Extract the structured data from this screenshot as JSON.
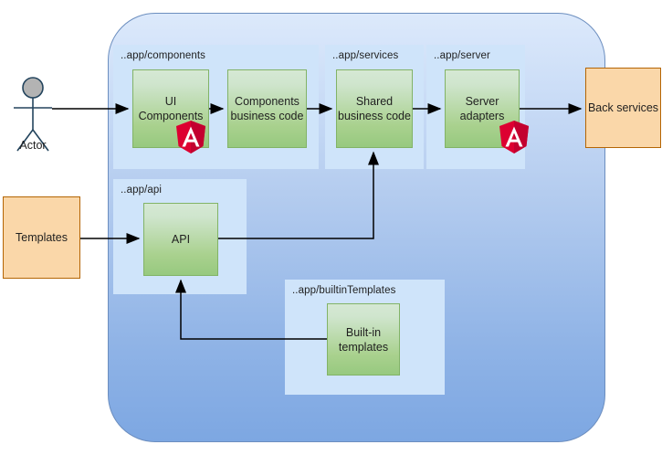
{
  "diagram": {
    "title": "Angular application architecture diagram",
    "colors": {
      "container_fill_top": "#dce9fb",
      "container_fill_bottom": "#7da7e2",
      "container_stroke": "#6c8ebf",
      "panel_fill": "#cfe4fa",
      "green_fill_top": "#d5e8d4",
      "green_fill_bottom": "#97c97f",
      "green_stroke": "#82b366",
      "orange_fill": "#fad7a9",
      "orange_stroke": "#b46504",
      "actor_stroke": "#23445d",
      "actor_head_fill": "#b3b3b3",
      "arrow_stroke": "#000000",
      "angular_red": "#dd0031",
      "angular_red_dark": "#c3002f"
    }
  },
  "actor": {
    "label": "Actor"
  },
  "external": {
    "templates": "Templates",
    "back_services": "Back services"
  },
  "panels": [
    {
      "id": "components",
      "label": "..app/components"
    },
    {
      "id": "services",
      "label": "..app/services"
    },
    {
      "id": "server",
      "label": "..app/server"
    },
    {
      "id": "api",
      "label": "..app/api"
    },
    {
      "id": "builtinTemplates",
      "label": "..app/builtinTemplates"
    }
  ],
  "nodes": [
    {
      "id": "ui-components",
      "label": "UI Components",
      "line1": "UI",
      "line2": "Components",
      "panel": "components",
      "angular": true
    },
    {
      "id": "components-business-code",
      "label": "Components business code",
      "line1": "Components",
      "line2": "business code",
      "panel": "components",
      "angular": false
    },
    {
      "id": "shared-business-code",
      "label": "Shared business code",
      "line1": "Shared",
      "line2": "business code",
      "panel": "services",
      "angular": false
    },
    {
      "id": "server-adapters",
      "label": "Server adapters",
      "line1": "Server",
      "line2": "adapters",
      "panel": "server",
      "angular": true
    },
    {
      "id": "api",
      "label": "API",
      "line1": "API",
      "line2": "",
      "panel": "api",
      "angular": false
    },
    {
      "id": "builtin-templates",
      "label": "Built-in templates",
      "line1": "Built-in",
      "line2": "templates",
      "panel": "builtinTemplates",
      "angular": false
    }
  ],
  "edges": [
    {
      "from": "actor",
      "to": "ui-components"
    },
    {
      "from": "ui-components",
      "to": "components-business-code"
    },
    {
      "from": "components-business-code",
      "to": "shared-business-code"
    },
    {
      "from": "shared-business-code",
      "to": "server-adapters"
    },
    {
      "from": "server-adapters",
      "to": "back-services"
    },
    {
      "from": "templates",
      "to": "api"
    },
    {
      "from": "api",
      "to": "shared-business-code"
    },
    {
      "from": "builtin-templates",
      "to": "api"
    }
  ],
  "icons": {
    "angular_letter": "A"
  }
}
